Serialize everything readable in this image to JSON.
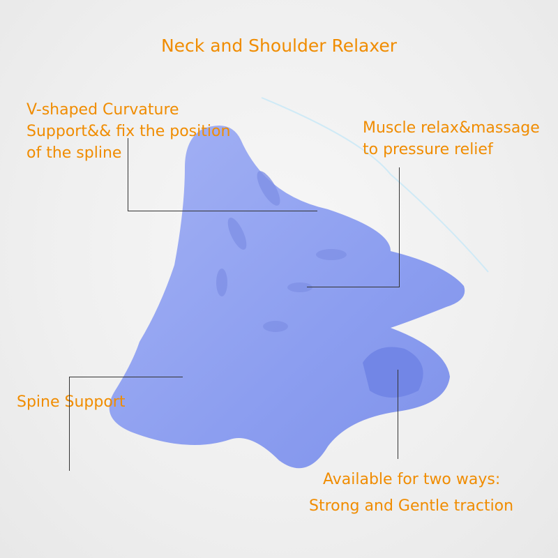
{
  "title": "Neck and Shoulder Relaxer",
  "callouts": {
    "vshape": [
      "V-shaped Curvature",
      "Support&& fix the position",
      "of the spline"
    ],
    "muscle": [
      "Muscle relax&massage",
      "to pressure relief"
    ],
    "spine": "Spine Support",
    "traction": [
      "Available for two ways:",
      "Strong and Gentle traction"
    ]
  },
  "colors": {
    "text": "#f08c00",
    "product": "#8d9ff0"
  }
}
